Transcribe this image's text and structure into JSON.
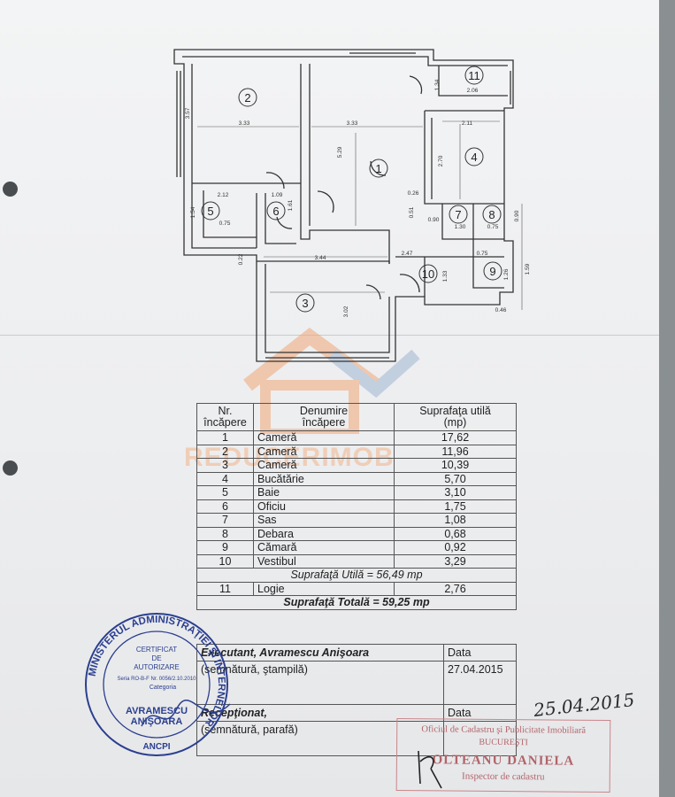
{
  "plan": {
    "room_numbers": [
      "1",
      "2",
      "3",
      "4",
      "5",
      "6",
      "7",
      "8",
      "9",
      "10",
      "11"
    ],
    "dims": [
      "1.34",
      "2.06",
      "3.57",
      "3.33",
      "3.33",
      "2.11",
      "5.29",
      "2.70",
      "2.12",
      "1.09",
      "0.26",
      "1.54",
      "0.75",
      "1.61",
      "0.90",
      "1.30",
      "0.75",
      "0.90",
      "0.51",
      "0.22",
      "3.44",
      "2.47",
      "0.75",
      "1.33",
      "1.26",
      "1.59",
      "3.02",
      "0.46"
    ]
  },
  "watermark": {
    "text": "REDUCERIMOB",
    "colors": {
      "roof": "#f0a878",
      "house": "#9fb6d2"
    }
  },
  "table": {
    "headers": {
      "nr": "Nr.\nîncăpere",
      "name": "Denumire\nîncăpere",
      "area": "Suprafaţa utilă\n(mp)"
    },
    "rows": [
      {
        "nr": "1",
        "name": "Cameră",
        "area": "17,62"
      },
      {
        "nr": "2",
        "name": "Cameră",
        "area": "11,96"
      },
      {
        "nr": "3",
        "name": "Cameră",
        "area": "10,39"
      },
      {
        "nr": "4",
        "name": "Bucătărie",
        "area": "5,70"
      },
      {
        "nr": "5",
        "name": "Baie",
        "area": "3,10"
      },
      {
        "nr": "6",
        "name": "Oficiu",
        "area": "1,75"
      },
      {
        "nr": "7",
        "name": "Sas",
        "area": "1,08"
      },
      {
        "nr": "8",
        "name": "Debara",
        "area": "0,68"
      },
      {
        "nr": "9",
        "name": "Cămară",
        "area": "0,92"
      },
      {
        "nr": "10",
        "name": "Vestibul",
        "area": "3,29"
      }
    ],
    "useful_total": "Suprafaţă Utilă = 56,49 mp",
    "extra_row": {
      "nr": "11",
      "name": "Logie",
      "area": "2,76"
    },
    "grand_total": "Suprafaţă Totală = 59,25 mp"
  },
  "sign": {
    "executant": "Executant, Avramescu Anişoara",
    "date_label": "Data",
    "sign_note": "(semnătură, ştampilă)",
    "date_value": "27.04.2015",
    "receptionat": "Recepţionat,",
    "date_label2": "Data",
    "sign_note2": "(semnătură, parafă)"
  },
  "stamp_left": {
    "ring": "MINISTERUL ADMINISTRAŢIEI ŞI INTERNELOR",
    "l1": "CERTIFICAT",
    "l2": "DE",
    "l3": "AUTORIZARE",
    "l4": "Seria RO-B-F Nr. 0056/2.10.2010",
    "l5": "Categoria",
    "name1": "AVRAMESCU",
    "name2": "ANIŞOARA",
    "bottom": "ANCPI",
    "color": "#2b3f8f"
  },
  "stamp_right": {
    "l1": "Oficiul de Cadastru şi Publicitate Imobiliară",
    "l2": "BUCUREŞTI",
    "l3": "OLTEANU DANIELA",
    "l4": "Inspector de cadastru",
    "color": "#b26469"
  },
  "hand_date": "25.04.2015"
}
